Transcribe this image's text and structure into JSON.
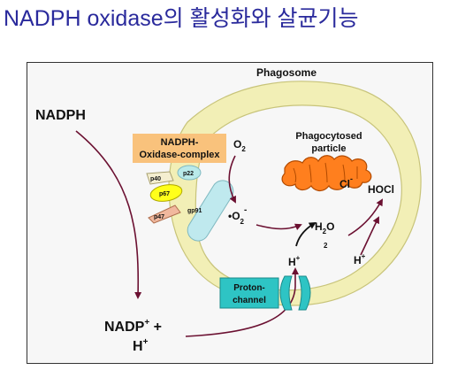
{
  "title": "NADPH oxidase의 활성화와 살균기능",
  "labels": {
    "phagosome": "Phagosome",
    "nadph": "NADPH",
    "complex_line1": "NADPH-",
    "complex_line2": "Oxidase-complex",
    "o2": "O",
    "o2_sub": "2",
    "particle_line1": "Phagocytosed",
    "particle_line2": "particle",
    "p40": "p40",
    "p22": "p22",
    "p67": "p67",
    "p47": "p47",
    "gp91": "gp91",
    "superoxide_dot": "•O",
    "superoxide_sub": "2",
    "superoxide_sup": "-",
    "h2o_h": "H",
    "h2o_sub": "2",
    "h2o_o": "O",
    "h2o_extra": "2",
    "cl": "Cl",
    "cl_sup": "-",
    "hocl": "HOCl",
    "h_plus_in": "H",
    "h_plus_in_sup": "+",
    "h_plus_right": "H",
    "h_plus_right_sup": "+",
    "proton_line1": "Proton-",
    "proton_line2": "channel",
    "nadp": "NADP",
    "nadp_sup": "+",
    "nadp_plus": " +",
    "nadp_h": "H",
    "nadp_h_sup": "+"
  },
  "colors": {
    "title": "#2a2a9c",
    "membrane": "#f2efb6",
    "arrow": "#6b1031",
    "complex_box": "#f9c27c",
    "particle": "#ff7f1e",
    "proton_box": "#2ec4c4",
    "p40": "#f4eed0",
    "p22": "#b9eaea",
    "p67": "#ffff1a",
    "p47": "#f1b89e",
    "gp91": "#bfe9ee"
  }
}
